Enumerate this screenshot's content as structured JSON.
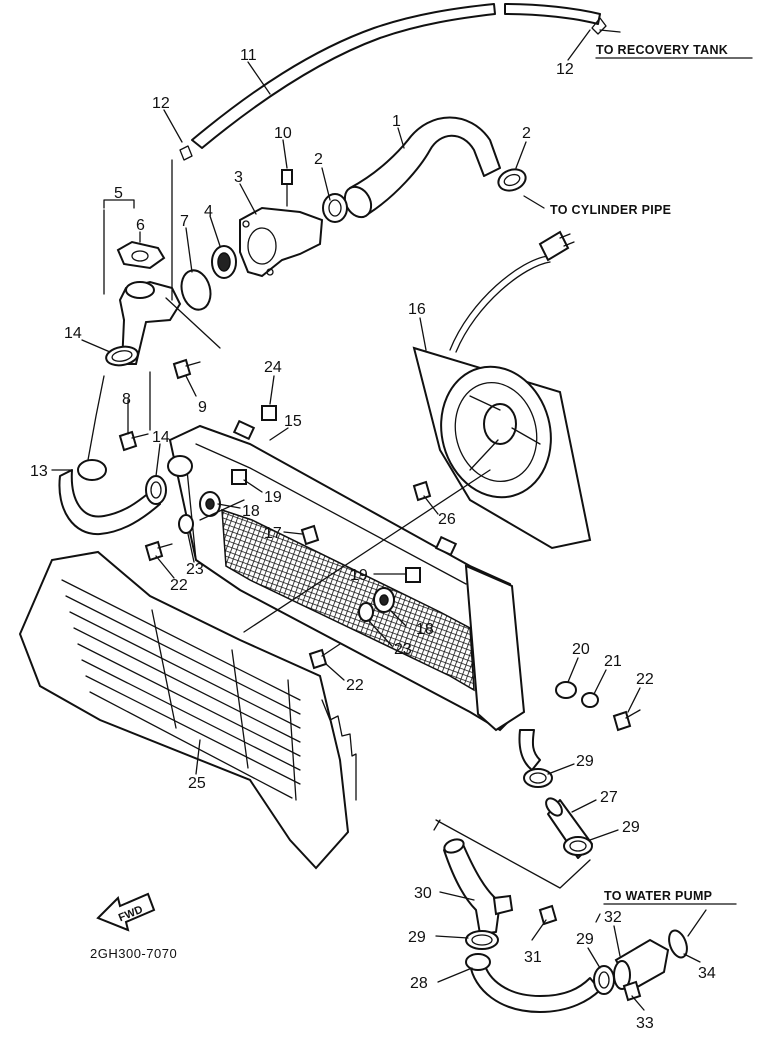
{
  "labels": {
    "n1": "1",
    "n2a": "2",
    "n2b": "2",
    "n3": "3",
    "n4": "4",
    "n5": "5",
    "n6": "6",
    "n7": "7",
    "n8": "8",
    "n9": "9",
    "n10": "10",
    "n11": "11",
    "n12a": "12",
    "n12b": "12",
    "n13": "13",
    "n14a": "14",
    "n14b": "14",
    "n15": "15",
    "n16": "16",
    "n17": "17",
    "n18a": "18",
    "n18b": "18",
    "n19a": "19",
    "n19b": "19",
    "n20": "20",
    "n21": "21",
    "n22a": "22",
    "n22b": "22",
    "n22c": "22",
    "n23a": "23",
    "n23b": "23",
    "n24": "24",
    "n25": "25",
    "n26": "26",
    "n27": "27",
    "n28": "28",
    "n29a": "29",
    "n29b": "29",
    "n29c": "29",
    "n29d": "29",
    "n30": "30",
    "n31": "31",
    "n32": "32",
    "n33": "33",
    "n34": "34"
  },
  "notes": {
    "recovery_tank": "TO RECOVERY TANK",
    "cylinder_pipe": "TO CYLINDER PIPE",
    "water_pump": "TO WATER PUMP"
  },
  "fwd_label": "FWD",
  "diagram_code": "2GH300-7070"
}
